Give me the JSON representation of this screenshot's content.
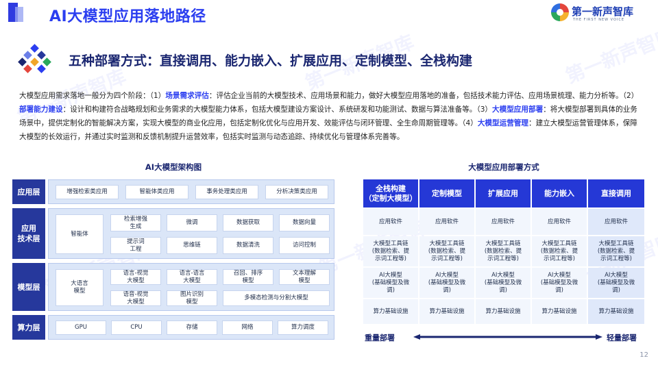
{
  "header": {
    "title": "AI大模型应用落地路径",
    "logo_name": "第一新声智库",
    "logo_sub": "THE FIRST NEW VOICE"
  },
  "subtitle": "五种部署方式：直接调用、能力嵌入、扩展应用、定制模型、全栈构建",
  "intro": {
    "p1": "大模型应用需求落地一般分为四个阶段：（1）",
    "s1": "场景需求评估",
    "p2": "：评估企业当前的大模型技术、应用场景和能力，做好大模型应用落地的准备，包括技术能力评估、应用场景梳理、能力分析等。（2）",
    "s2": "部署能力建设",
    "p3": "：设计和构建符合战略规划和业务需求的大模型能力体系，包括大模型建设方案设计、系统研发和功能测试、数据与算法准备等。（3）",
    "s3": "大模型应用部署",
    "p4": "：将大模型部署到具体的业务场景中，提供定制化的智能解决方案，实现大模型的商业化应用，包括定制化优化与应用开发、效能评估与闭环管理、全生命周期管理等。（4）",
    "s4": "大模型运营管理",
    "p5": "：建立大模型运营管理体系，保障大模型的长效运行，并通过实时监测和反馈机制提升运营效率，包括实时监测与动态追踪、持续优化与管理体系完善等。"
  },
  "architecture": {
    "title": "AI大模型架构图",
    "layers": [
      {
        "label": "应用层",
        "items": [
          "增强检索类应用",
          "智能体类应用",
          "事务处理类应用",
          "分析决策类应用"
        ]
      },
      {
        "label": "应用\n技术层",
        "left": "智能体",
        "items": [
          "检索增强\n生成",
          "微调",
          "数据获取",
          "数据向量",
          "提示词\n工程",
          "思维链",
          "数据清洗",
          "访问控制"
        ]
      },
      {
        "label": "模型层",
        "left": "大语言\n模型",
        "items": [
          "语言-视觉\n大模型",
          "语言-语言\n大模型",
          "召回、排序\n模型",
          "文本理解\n模型",
          "语音-视觉\n大模型",
          "图片识别\n模型",
          "多模态检测与分割大模型"
        ]
      },
      {
        "label": "算力层",
        "items": [
          "GPU",
          "CPU",
          "存储",
          "网络",
          "算力调度"
        ]
      }
    ]
  },
  "deployment": {
    "title": "大模型应用部署方式",
    "headers": [
      "全栈构建\n（定制大模型）",
      "定制模型",
      "扩展应用",
      "能力嵌入",
      "直接调用"
    ],
    "rows": [
      [
        "应用软件",
        "应用软件",
        "应用软件",
        "应用软件",
        "应用软件"
      ],
      [
        "大模型工具链\n(数据检索、提\n示词工程等)",
        "大模型工具链\n(数据检索、提\n示词工程等)",
        "大模型工具链\n(数据检索、提\n示词工程等)",
        "大模型工具链\n(数据检索、提\n示词工程等)",
        "大模型工具链\n(数据检索、提\n示词工程等)"
      ],
      [
        "AI大模型\n(基础模型及微\n调)",
        "AI大模型\n(基础模型及微\n调)",
        "AI大模型\n(基础模型及微\n调)",
        "AI大模型\n(基础模型及微\n调)",
        "AI大模型\n(基础模型及微\n调)"
      ],
      [
        "算力基础设施",
        "算力基础设施",
        "算力基础设施",
        "算力基础设施",
        "算力基础设施"
      ]
    ],
    "left_label": "重量部署",
    "right_label": "轻量部署"
  },
  "watermark": "第一新声智库",
  "page_number": "12",
  "colors": {
    "accent": "#2b3ef0",
    "navy": "#26389c",
    "header_blue": "#2538d6",
    "light_blue": "#dbe6f8"
  }
}
